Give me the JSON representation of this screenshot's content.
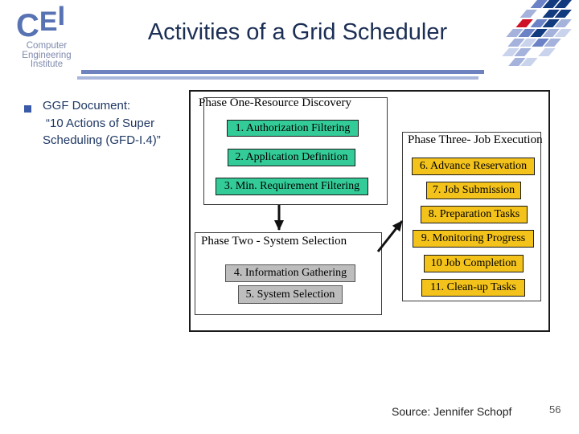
{
  "slide": {
    "title": "Activities of a Grid Scheduler",
    "source": "Source: Jennifer Schopf",
    "page_number": "56"
  },
  "logo": {
    "letter_c": "C",
    "letter_e": "E",
    "letter_i": "I",
    "line1": "Computer",
    "line2": "Engineering",
    "line3": "Institute"
  },
  "bullet": {
    "line1": "GGF Document:",
    "line2": "“10 Actions of Super",
    "line3": "Scheduling (GFD-I.4)”"
  },
  "diagram": {
    "phase_one": {
      "title": "Phase One-Resource Discovery",
      "items": [
        "1. Authorization Filtering",
        "2. Application Definition",
        "3. Min. Requirement Filtering"
      ]
    },
    "phase_two": {
      "title": "Phase Two - System Selection",
      "items": [
        "4. Information Gathering",
        "5. System Selection"
      ]
    },
    "phase_three": {
      "title": "Phase Three- Job Execution",
      "items": [
        "6. Advance Reservation",
        "7. Job Submission",
        "8. Preparation Tasks",
        "9. Monitoring Progress",
        "10 Job Completion",
        "11. Clean-up Tasks"
      ]
    }
  },
  "colors": {
    "title_navy": "#1b2e54",
    "logo_blue": "#5873b3",
    "bar_dark": "#6e82c0",
    "bar_light": "#a9b6dc",
    "bullet_blue": "#3a5aa8",
    "item_green": "#33cc99",
    "item_gray": "#bdbdbd",
    "item_yellow": "#f3c21b",
    "mosaic_navy": "#123a7f",
    "mosaic_mid": "#6b82c6",
    "mosaic_light": "#a5b3dc",
    "mosaic_pale": "#cad3ec",
    "mosaic_red": "#ce1126"
  }
}
